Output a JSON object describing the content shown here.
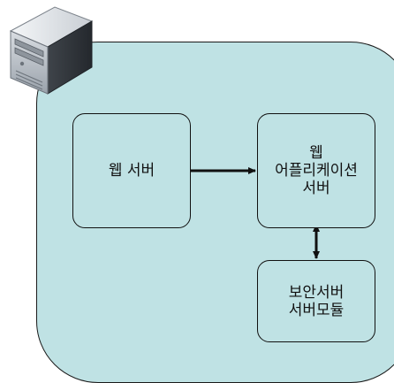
{
  "nodes": {
    "web_server": "웹 서버",
    "web_application_server": "웹\n어플리케이션\n서버",
    "security_server_module": "보안서버\n서버모듈"
  },
  "icons": {
    "server": "server-tower-icon"
  },
  "colors": {
    "container_fill": "#bfe2e4",
    "node_fill": "#bfe2e4",
    "stroke": "#111111"
  }
}
